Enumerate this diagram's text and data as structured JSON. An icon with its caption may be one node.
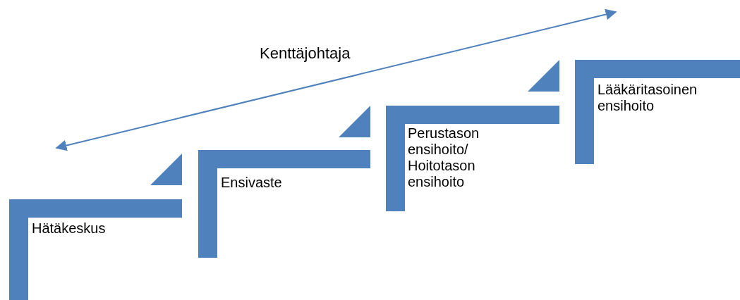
{
  "diagram": {
    "nodes": [
      {
        "text": [
          "Hätäkeskus"
        ]
      },
      {
        "text": [
          "Ensivaste"
        ]
      },
      {
        "text": [
          "Perustason ensihoito/ Hoitotason ensihoito"
        ]
      },
      {
        "text": [
          "Lääkäritasoinen ensihoito"
        ]
      }
    ],
    "labels": [
      "Kenttäjohtaja"
    ]
  }
}
